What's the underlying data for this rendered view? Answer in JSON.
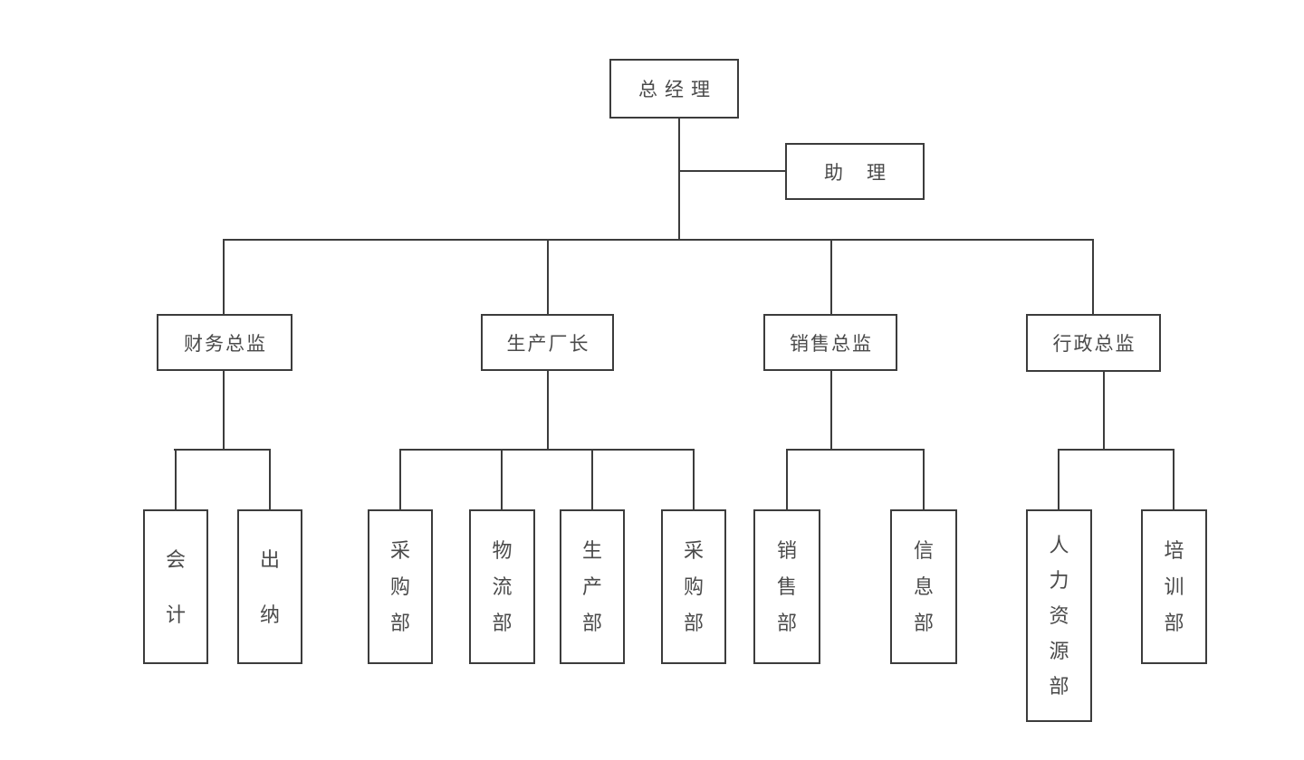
{
  "colors": {
    "background": "#ffffff",
    "line": "#3c3c3c",
    "text": "#4a4a4a"
  },
  "chart": {
    "type": "org-chart",
    "root": {
      "label": "总经理"
    },
    "assistant": {
      "label": "助理"
    },
    "branches": [
      {
        "label": "财务总监",
        "children": [
          {
            "label": "会计"
          },
          {
            "label": "出纳"
          }
        ]
      },
      {
        "label": "生产厂长",
        "children": [
          {
            "label": "采购部"
          },
          {
            "label": "物流部"
          },
          {
            "label": "生产部"
          },
          {
            "label": "采购部"
          }
        ]
      },
      {
        "label": "销售总监",
        "children": [
          {
            "label": "销售部"
          },
          {
            "label": "信息部"
          }
        ]
      },
      {
        "label": "行政总监",
        "children": [
          {
            "label": "人力资源部"
          },
          {
            "label": "培训部"
          }
        ]
      }
    ]
  }
}
